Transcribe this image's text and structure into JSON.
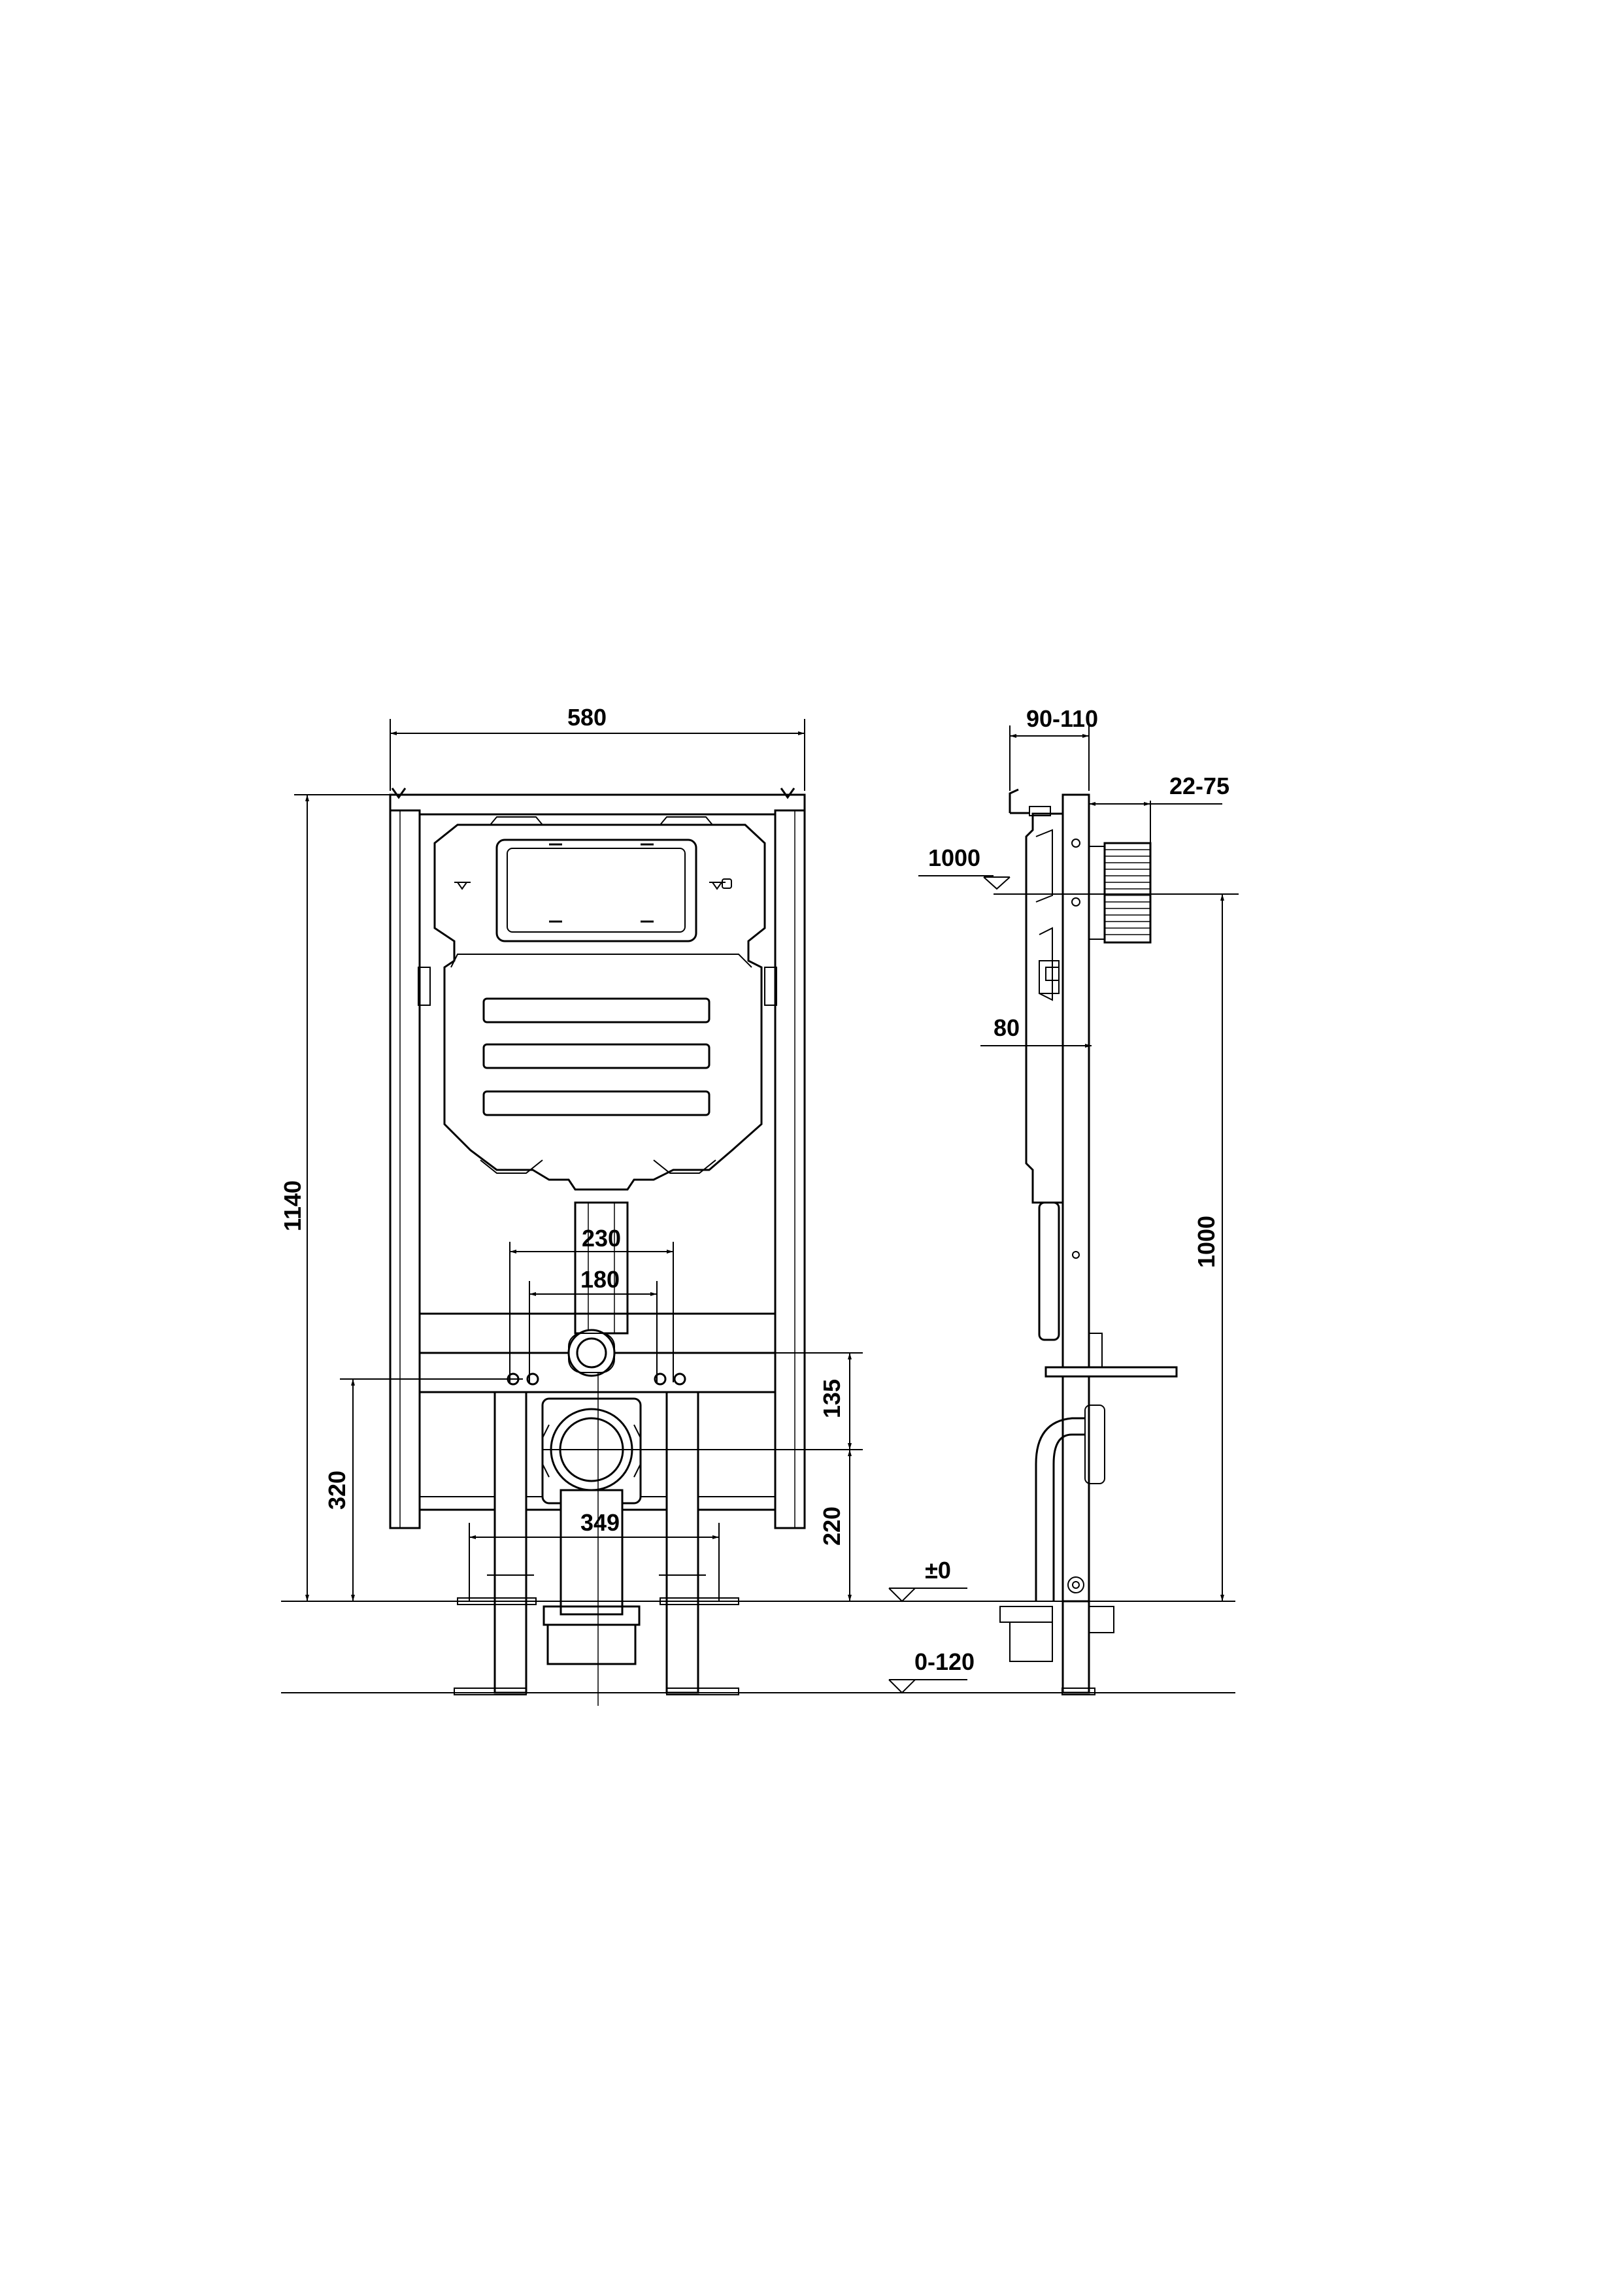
{
  "front_view": {
    "dimensions": {
      "frame_width": "580",
      "overall_height": "1140",
      "pipe_spacing_outer": "230",
      "pipe_spacing_inner": "180",
      "upper_outlet_offset": "135",
      "lower_outlet_height": "220",
      "outlet_axis_height": "320",
      "feet_spacing": "349"
    }
  },
  "side_view": {
    "dimensions": {
      "frame_depth": "90-110",
      "flush_plate_projection": "22-75",
      "reference_level": "1000",
      "frame_offset": "80",
      "reference_height": "1000"
    },
    "levels": {
      "finished_floor": "±0",
      "foot_adjustment": "0-120"
    }
  },
  "colors": {
    "line": "#000000",
    "background": "#ffffff"
  }
}
